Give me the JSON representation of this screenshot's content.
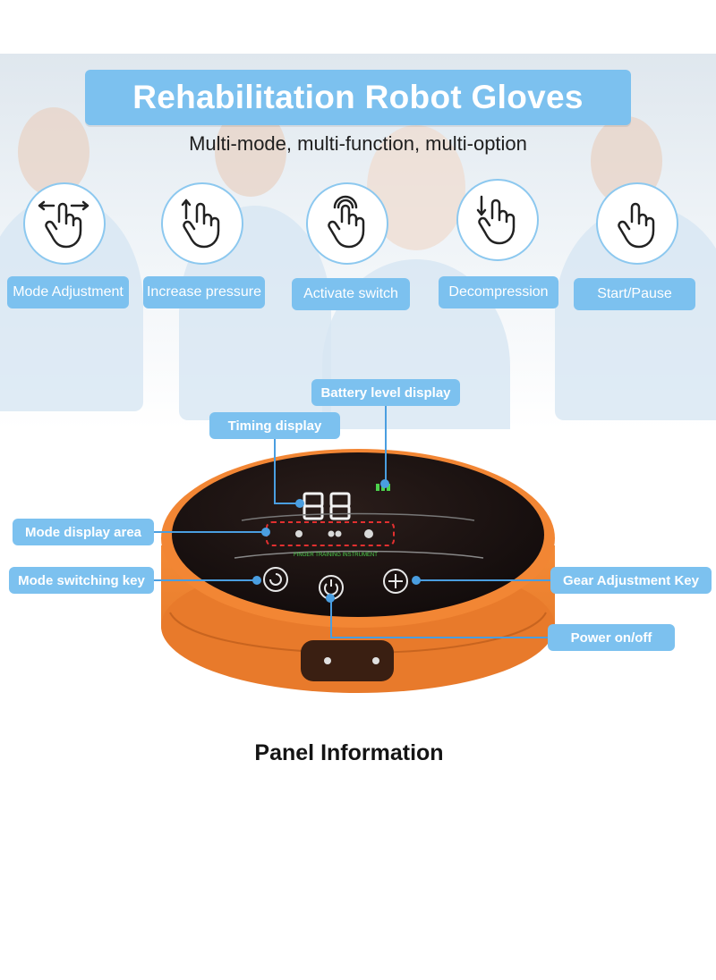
{
  "header": {
    "title": "Rehabilitation Robot Gloves",
    "subtitle": "Multi-mode, multi-function, multi-option"
  },
  "functions": [
    {
      "label": "Mode Adjustment",
      "icon": "hand-swipe-horizontal-icon"
    },
    {
      "label": "Increase pressure",
      "icon": "hand-swipe-up-icon"
    },
    {
      "label": "Activate switch",
      "icon": "hand-tap-icon"
    },
    {
      "label": "Decompression",
      "icon": "hand-swipe-down-icon"
    },
    {
      "label": "Start/Pause",
      "icon": "hand-press-icon"
    }
  ],
  "device": {
    "timer_digits": "88",
    "brand_text": "FINGER TRAINING INSTRUMENT",
    "colors": {
      "body": "#f0802a",
      "face": "#1a1212",
      "led": "#4cd14c",
      "callout": "#7cc1ef"
    }
  },
  "callouts": {
    "battery": "Battery level display",
    "timing": "Timing display",
    "mode_display": "Mode display area",
    "mode_switch": "Mode switching key",
    "gear": "Gear Adjustment Key",
    "power": "Power on/off"
  },
  "panel_title": "Panel Information"
}
